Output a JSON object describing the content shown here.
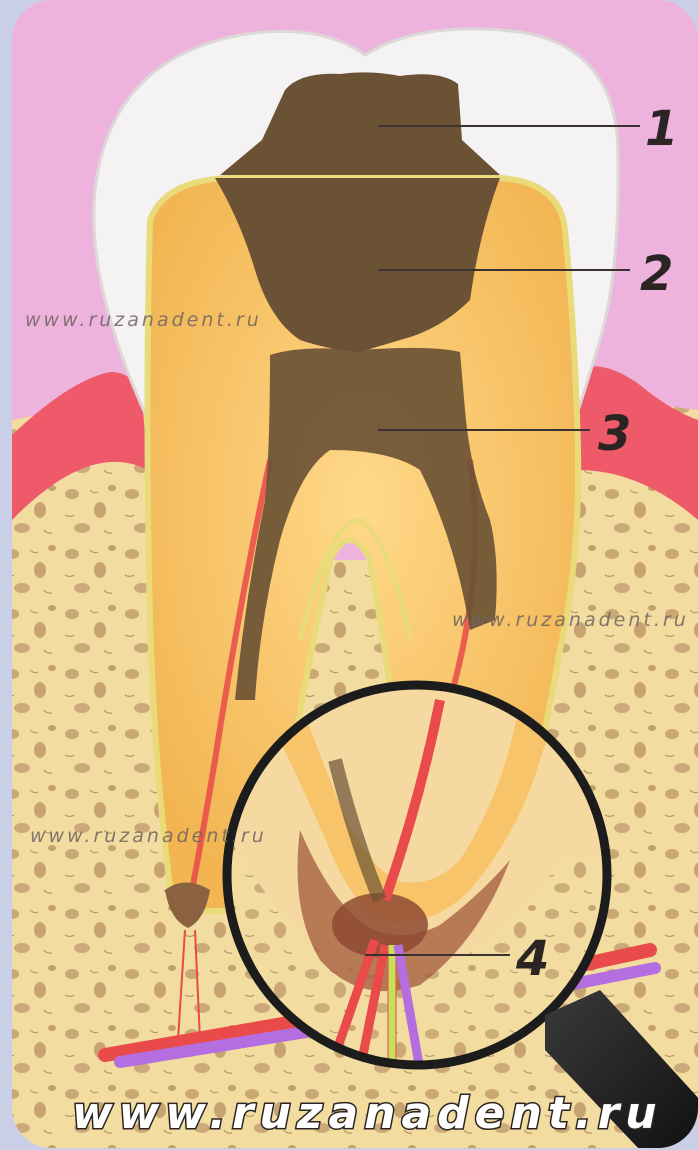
{
  "callouts": [
    {
      "label": "1"
    },
    {
      "label": "2"
    },
    {
      "label": "3"
    },
    {
      "label": "4"
    }
  ],
  "watermarks": {
    "small": "www.ruzanadent.ru",
    "bottom": "www.ruzanadent.ru"
  },
  "colors": {
    "background_gum_tissue": "#eeb3dd",
    "gingiva": "#ee5a6a",
    "bone": "#f3dca0",
    "enamel": "#f4f2f2",
    "dentin": "#f7c46a",
    "infected_canal": "#6b5235",
    "nerve_red": "#e94a4a",
    "vein_purple": "#b56ee0",
    "magnifier_handle": "#1c1c1c"
  }
}
